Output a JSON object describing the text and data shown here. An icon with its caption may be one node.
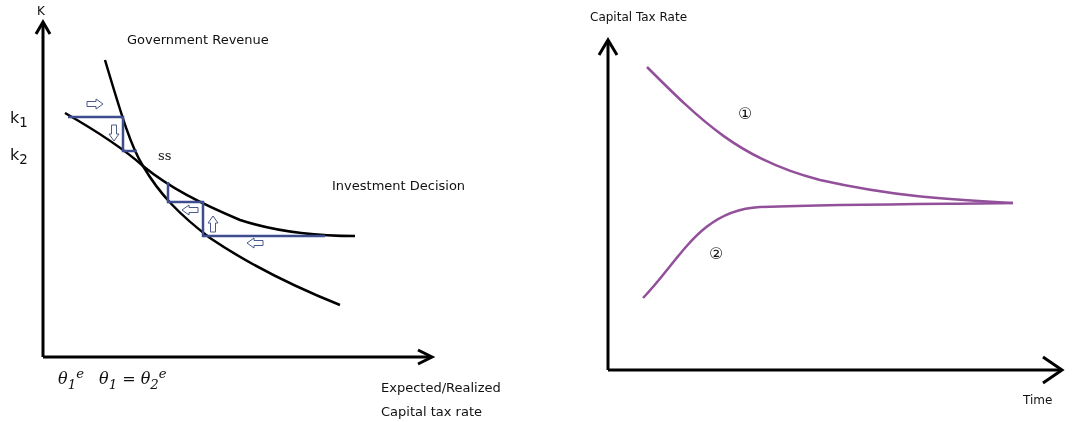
{
  "diagram": {
    "labels": [
      "K",
      "Government Revenue",
      "k$_{1}$",
      "k$_{2}$",
      "ss",
      "Investment Decision",
      "θ$_{1}$$^{e}$",
      "θ$_{1}$ = θ$_{2}$$^{e}$",
      "Expected/Realized Capital tax rate",
      "Capital Tax Rate",
      "①",
      "②",
      "Time"
    ]
  }
}
